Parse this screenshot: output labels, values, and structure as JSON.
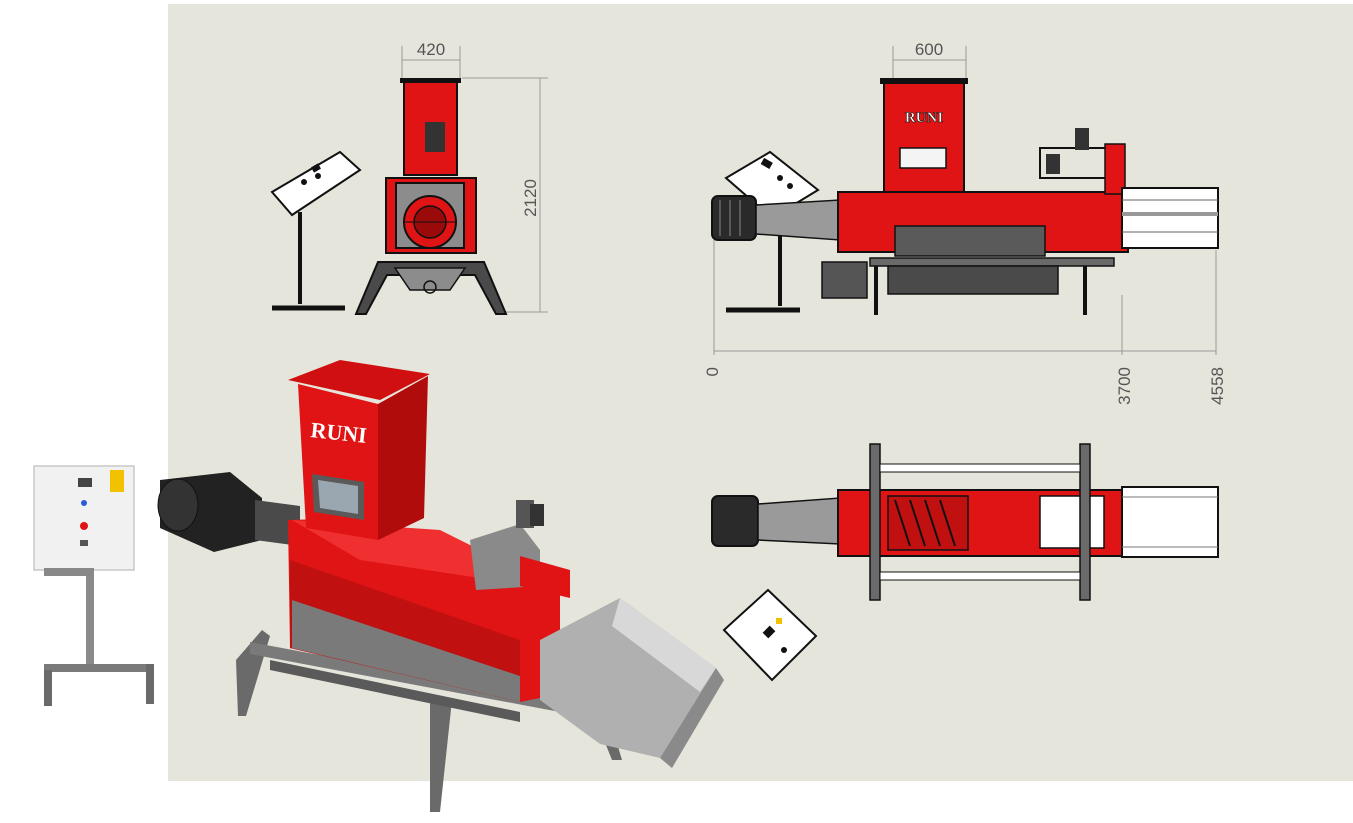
{
  "colors": {
    "machine_red": "#e01414",
    "dark_red": "#9a0a0a",
    "steel_gray": "#8c8c8c",
    "dark_gray": "#4a4a4a",
    "background": "#e6e5dc",
    "dimension_line": "#9a9a9a",
    "dimension_text": "#555555"
  },
  "dimensions": {
    "front_hopper_width": "420",
    "front_height": "2120",
    "side_hopper_width": "600",
    "side_zero": "0",
    "side_length_frame": "3700",
    "side_length_total": "4558"
  },
  "brand": {
    "side_view_logo": "RUNI",
    "render_logo": "RUNI"
  },
  "views": [
    "front-view",
    "side-view",
    "top-view",
    "3d-render",
    "control-cabinet"
  ]
}
